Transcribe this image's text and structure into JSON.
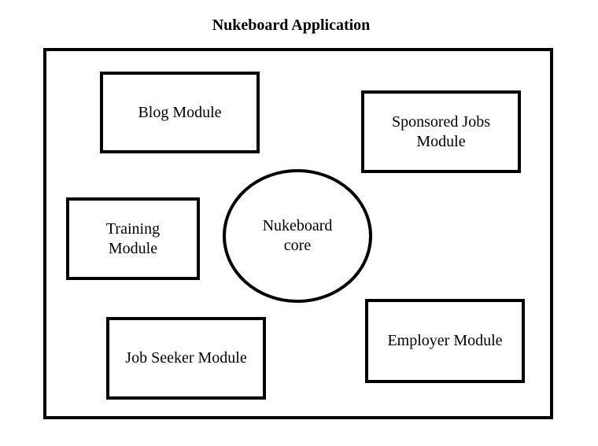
{
  "title": "Nukeboard Application",
  "container": {
    "modules": {
      "blog": "Blog Module",
      "sponsored_jobs": "Sponsored Jobs\nModule",
      "training": "Training\nModule",
      "core": "Nukeboard\ncore",
      "employer": "Employer Module",
      "job_seeker": "Job Seeker Module"
    }
  }
}
